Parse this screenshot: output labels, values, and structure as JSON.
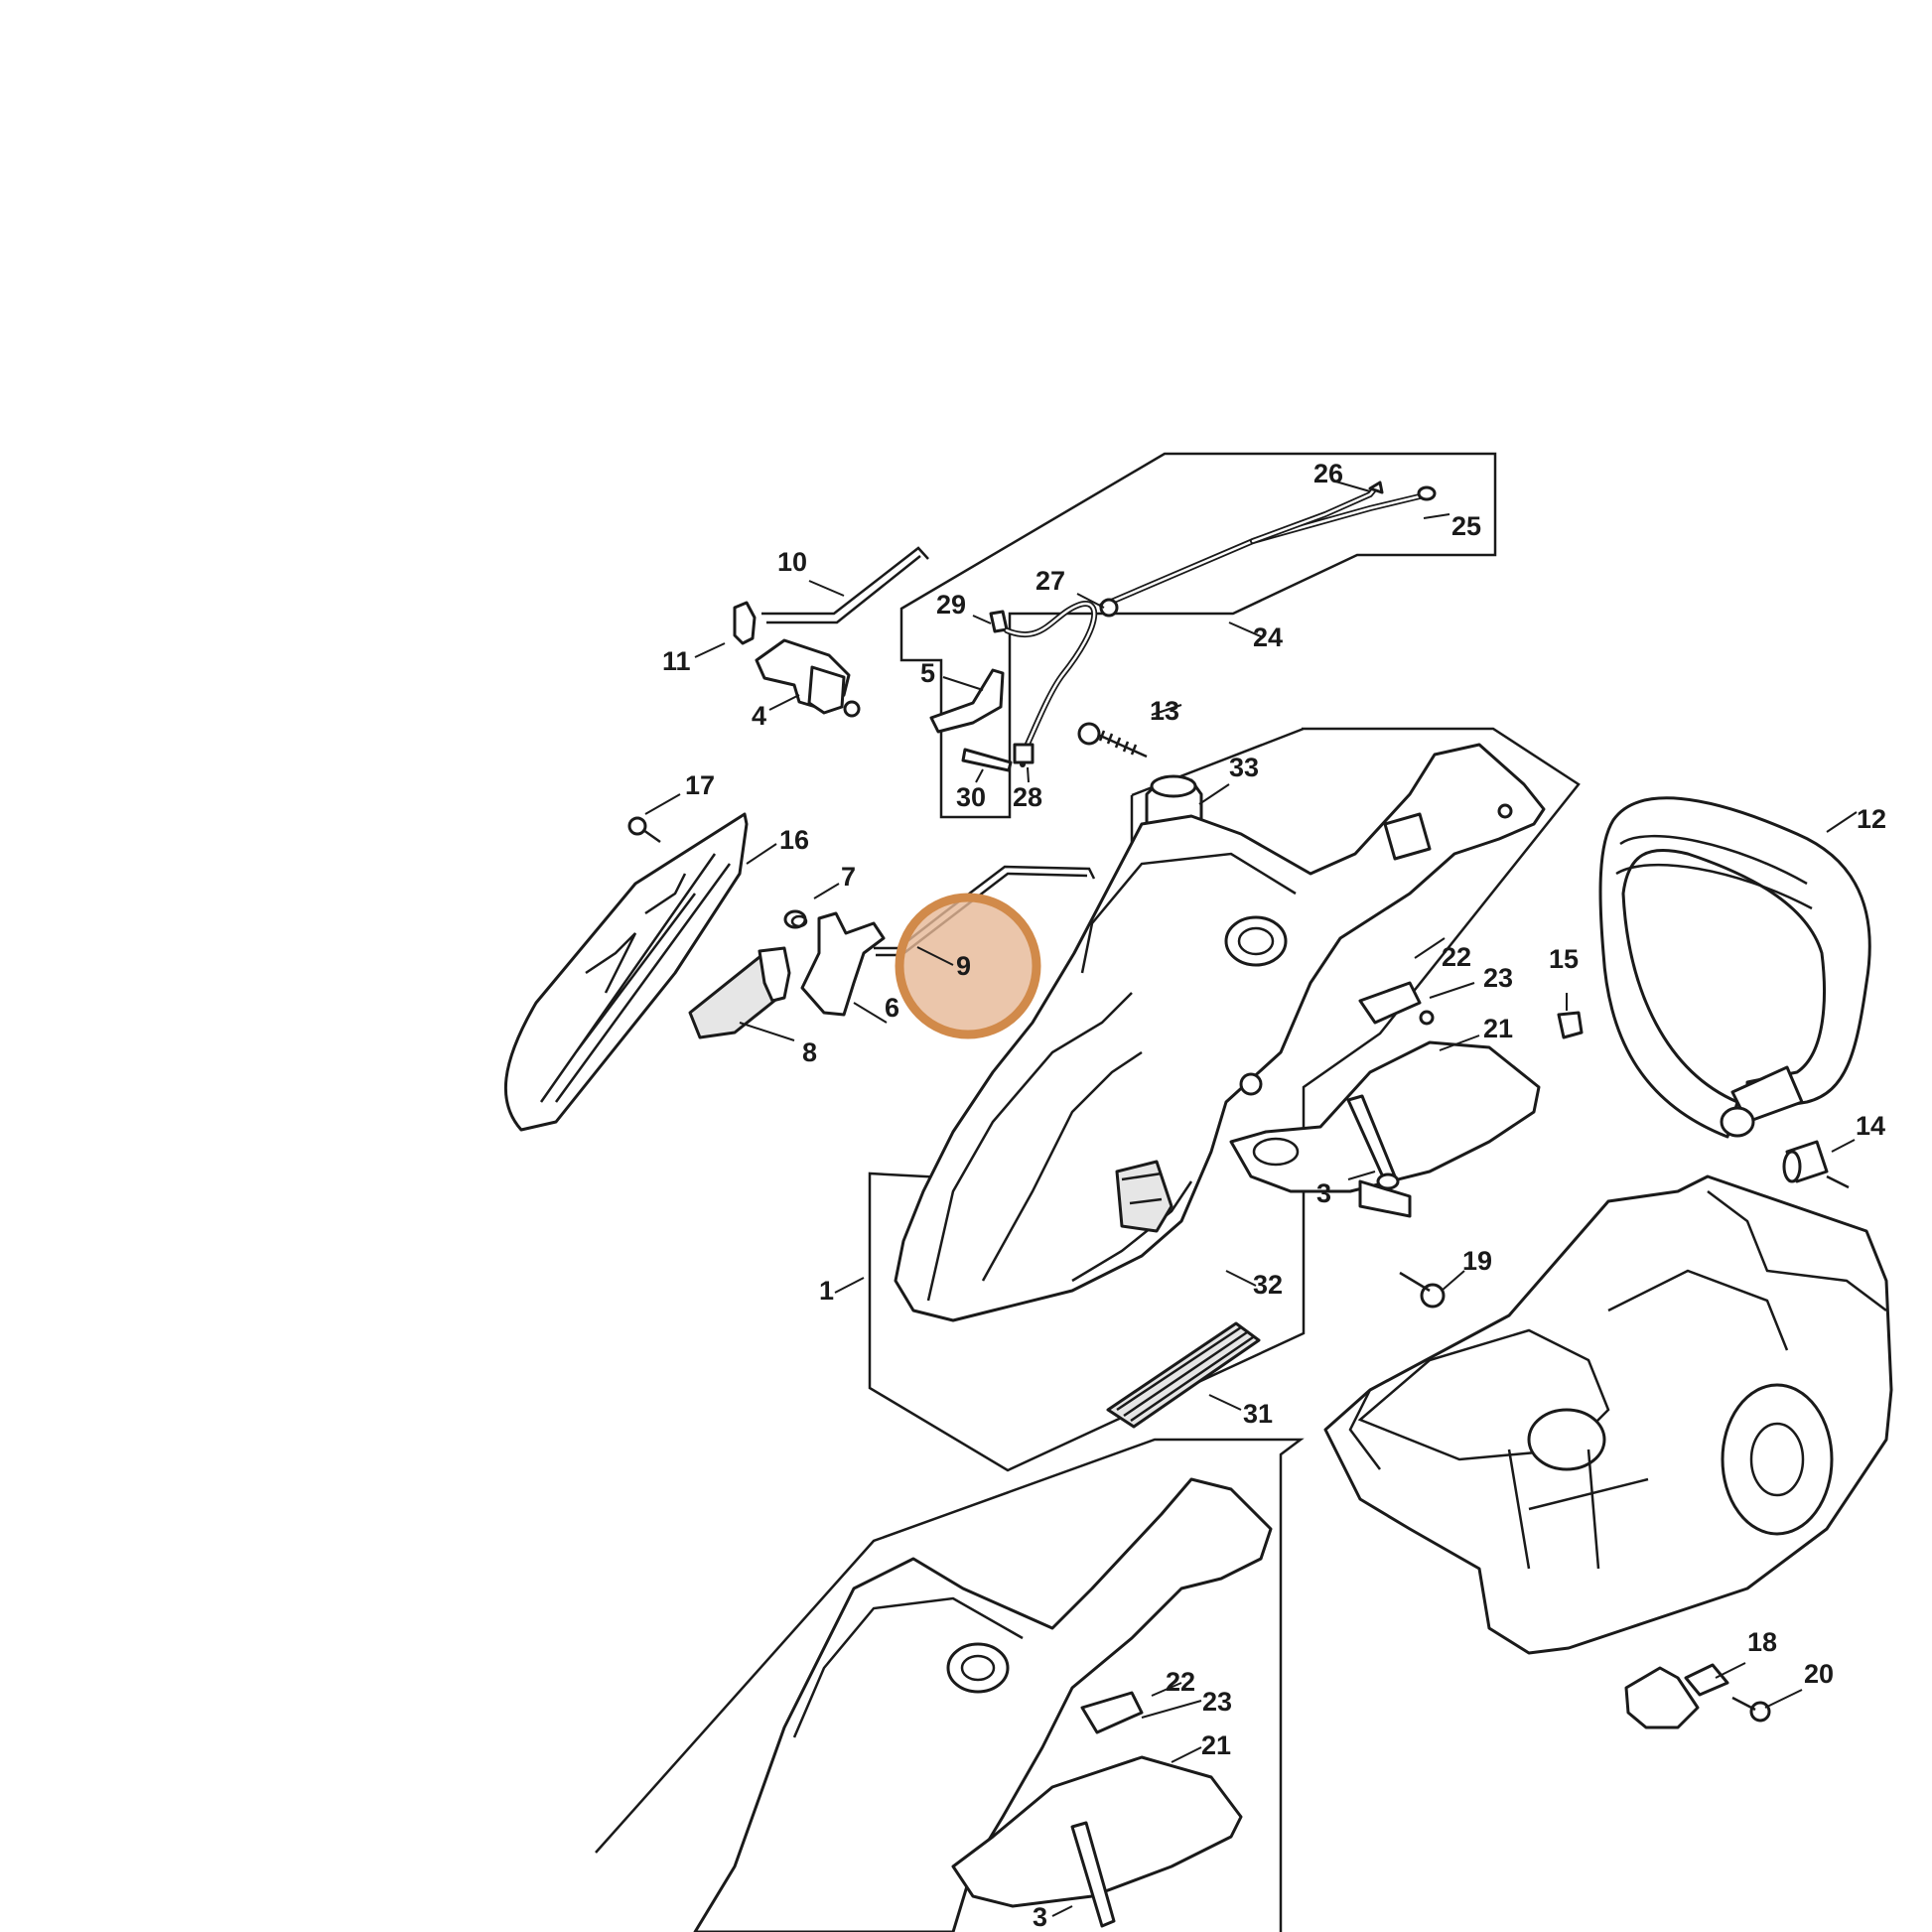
{
  "highlight": {
    "part_number": "9",
    "color": "#d18a4a",
    "fill": "#e6b896"
  },
  "callouts": [
    {
      "id": "1"
    },
    {
      "id": "3"
    },
    {
      "id": "3b"
    },
    {
      "id": "4"
    },
    {
      "id": "5"
    },
    {
      "id": "6"
    },
    {
      "id": "7"
    },
    {
      "id": "8"
    },
    {
      "id": "9"
    },
    {
      "id": "10"
    },
    {
      "id": "11"
    },
    {
      "id": "12"
    },
    {
      "id": "13"
    },
    {
      "id": "14"
    },
    {
      "id": "15"
    },
    {
      "id": "16"
    },
    {
      "id": "17"
    },
    {
      "id": "18"
    },
    {
      "id": "19"
    },
    {
      "id": "20"
    },
    {
      "id": "21"
    },
    {
      "id": "21b"
    },
    {
      "id": "22"
    },
    {
      "id": "22b"
    },
    {
      "id": "23"
    },
    {
      "id": "23b"
    },
    {
      "id": "24"
    },
    {
      "id": "25"
    },
    {
      "id": "26"
    },
    {
      "id": "27"
    },
    {
      "id": "28"
    },
    {
      "id": "29"
    },
    {
      "id": "30"
    },
    {
      "id": "31"
    },
    {
      "id": "32"
    },
    {
      "id": "33"
    }
  ],
  "labels": {
    "1": "1",
    "3": "3",
    "3b": "3",
    "4": "4",
    "5": "5",
    "6": "6",
    "7": "7",
    "8": "8",
    "9": "9",
    "10": "10",
    "11": "11",
    "12": "12",
    "13": "13",
    "14": "14",
    "15": "15",
    "16": "16",
    "17": "17",
    "18": "18",
    "19": "19",
    "20": "20",
    "21": "21",
    "21b": "21",
    "22": "22",
    "22b": "22",
    "23": "23",
    "23b": "23",
    "24": "24",
    "25": "25",
    "26": "26",
    "27": "27",
    "28": "28",
    "29": "29",
    "30": "30",
    "31": "31",
    "32": "32",
    "33": "33"
  }
}
